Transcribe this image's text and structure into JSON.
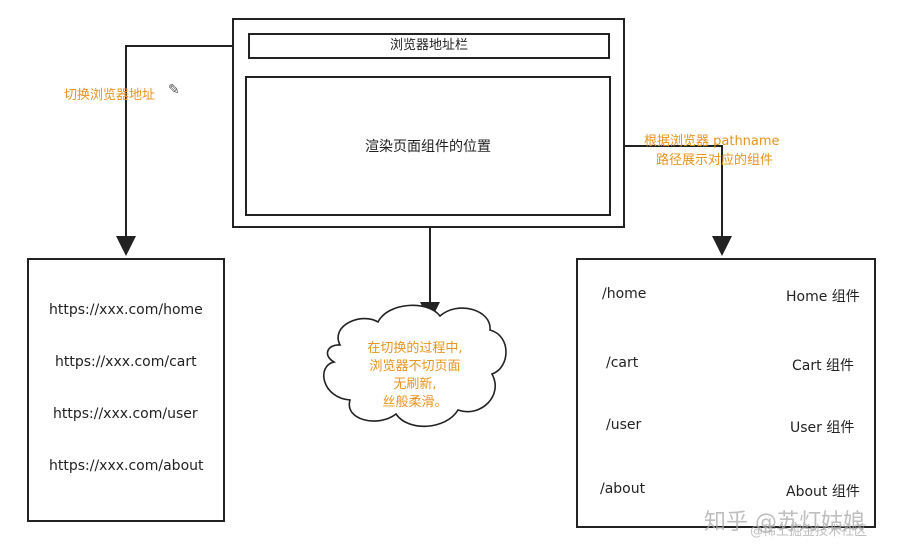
{
  "browser": {
    "address_bar": "浏览器地址栏",
    "render_area": "渲染页面组件的位置"
  },
  "annotations": {
    "switch_address": "切换浏览器地址",
    "match_line1": "根据浏览器 pathname",
    "match_line2": "路径展示对应的组件"
  },
  "urls": [
    "https://xxx.com/home",
    "https://xxx.com/cart",
    "https://xxx.com/user",
    "https://xxx.com/about"
  ],
  "routes": [
    {
      "path": "/home",
      "component": "Home 组件"
    },
    {
      "path": "/cart",
      "component": "Cart 组件"
    },
    {
      "path": "/user",
      "component": "User 组件"
    },
    {
      "path": "/about",
      "component": "About 组件"
    }
  ],
  "cloud": {
    "line1": "在切换的过程中,",
    "line2": "浏览器不切页面",
    "line3": "无刷新,",
    "line4": "丝般柔滑。"
  },
  "watermark": {
    "brand": "知乎 @苏灯姑娘",
    "sub": "@稀土掘金技术社区"
  },
  "colors": {
    "accent": "#e8941e",
    "line": "#222222"
  }
}
